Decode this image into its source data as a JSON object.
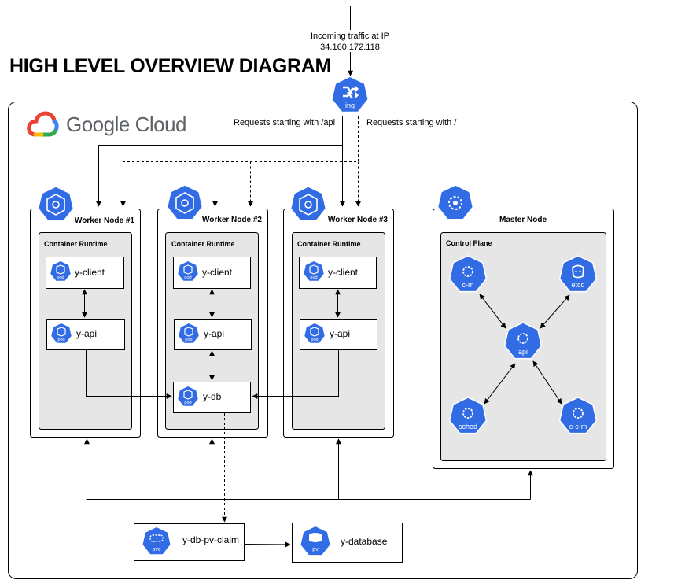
{
  "title": "HIGH LEVEL OVERVIEW DIAGRAM",
  "incoming_traffic": {
    "line1": "Incoming traffic at IP",
    "line2": "34.160.172.118"
  },
  "cloud": {
    "brand": "Google Cloud"
  },
  "ingress": {
    "label": "ing"
  },
  "routes": {
    "api": "Requests starting with /api",
    "root": "Requests starting with /"
  },
  "worker_nodes": [
    {
      "title": "Worker Node #1",
      "runtime": "Container Runtime",
      "pods": [
        "y-client",
        "y-api"
      ]
    },
    {
      "title": "Worker Node #2",
      "runtime": "Container Runtime",
      "pods": [
        "y-client",
        "y-api",
        "y-db"
      ]
    },
    {
      "title": "Worker Node #3",
      "runtime": "Container Runtime",
      "pods": [
        "y-client",
        "y-api"
      ]
    }
  ],
  "pod_label": "pod",
  "master": {
    "title": "Master Node",
    "control_plane": "Control Plane",
    "components": {
      "cm": "c-m",
      "etcd": "etcd",
      "api": "api",
      "sched": "sched",
      "ccm": "c-c-m"
    }
  },
  "storage": {
    "pvc": {
      "name": "y-db-pv-claim",
      "icon_label": "pvc"
    },
    "pv": {
      "name": "y-database",
      "icon_label": "pv"
    }
  },
  "colors": {
    "k8s_blue": "#326ce5",
    "panel_gray": "#e6e6e6",
    "line": "#000000"
  }
}
